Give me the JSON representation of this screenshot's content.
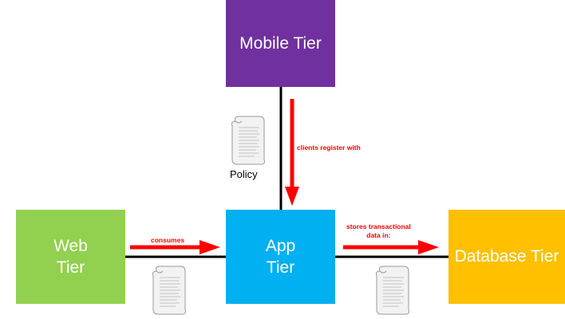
{
  "tiers": {
    "mobile": {
      "label": "Mobile Tier",
      "color": "#7030a0"
    },
    "web": {
      "line1": "Web",
      "line2": "Tier",
      "color": "#92d050"
    },
    "app": {
      "line1": "App",
      "line2": "Tier",
      "color": "#00b0f0"
    },
    "database": {
      "label": "Database Tier",
      "color": "#ffc000"
    }
  },
  "relations": {
    "clients_register": "clients register with",
    "consumes": "consumes",
    "stores_line1": "stores transactional",
    "stores_line2": "data in:"
  },
  "policy_label": "Policy",
  "arrow_color": "#ff0000",
  "connector_color": "#000000"
}
